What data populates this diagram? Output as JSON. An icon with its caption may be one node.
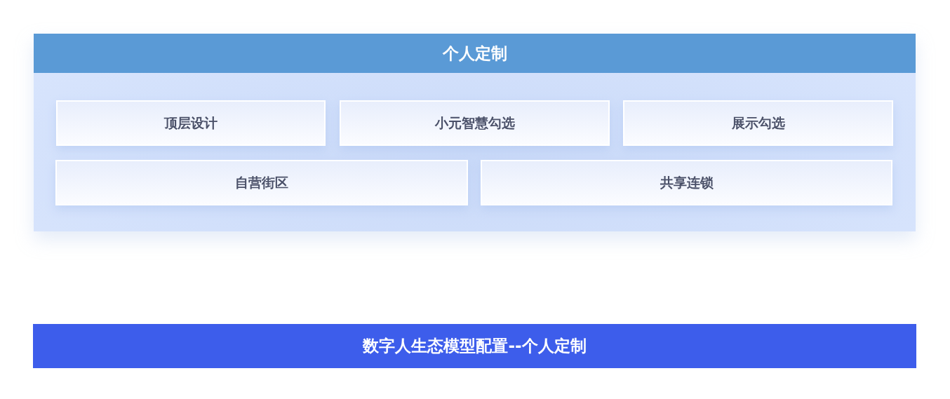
{
  "diagram": {
    "nodes": [
      {
        "text": [
          "个人定制"
        ]
      },
      {
        "text": [
          "顶层设计"
        ],
        "in": 0
      },
      {
        "text": [
          "小元智慧勾选"
        ],
        "in": 0
      },
      {
        "text": [
          "展示勾选"
        ],
        "in": 0
      },
      {
        "text": [
          "自营街区"
        ],
        "in": 0
      },
      {
        "text": [
          "共享连锁"
        ],
        "in": 0
      },
      {
        "text": [
          "数字人生态模型配置--个人定制"
        ]
      }
    ]
  }
}
